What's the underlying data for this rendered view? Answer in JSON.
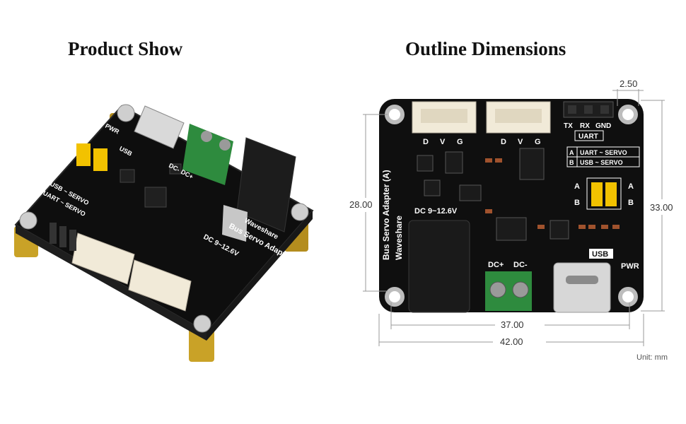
{
  "headings": {
    "left": "Product Show",
    "right": "Outline Dimensions"
  },
  "board": {
    "name": "Bus Servo Adapter (A)",
    "brand": "Waveshare",
    "dc_input": "DC 9~12.6V",
    "port_pins": [
      "D",
      "V",
      "G"
    ],
    "uart_pins": [
      "TX",
      "RX",
      "GND"
    ],
    "uart_label": "UART",
    "mode_table": [
      {
        "key": "A",
        "label": "UART ~ SERVO"
      },
      {
        "key": "B",
        "label": "USB ~ SERVO"
      }
    ],
    "jumper_labels": {
      "a": "A",
      "b": "B"
    },
    "terminal_labels": {
      "plus": "DC+",
      "minus": "DC-"
    },
    "usb_label": "USB",
    "pwr_label": "PWR"
  },
  "product_silk": {
    "dc_input": "DC 9~12.6V",
    "name": "Bus Servo Adapter (A)",
    "brand": "Waveshare",
    "uart_servo": "UART ~ SERVO",
    "usb_servo": "USB ~ SERVO",
    "usb": "USB",
    "pwr": "PWR",
    "dc_plus": "DC+",
    "dc_minus": "DC-"
  },
  "dimensions": {
    "hole_offset": "2.50",
    "hole_height": "28.00",
    "board_height": "33.00",
    "hole_width": "37.00",
    "board_width": "42.00",
    "unit": "Unit: mm"
  },
  "colors": {
    "pcb": "#111111",
    "brass": "#c9a227",
    "jumper": "#f2c200",
    "terminal": "#2e8b3e",
    "connector": "#f1ead8"
  }
}
